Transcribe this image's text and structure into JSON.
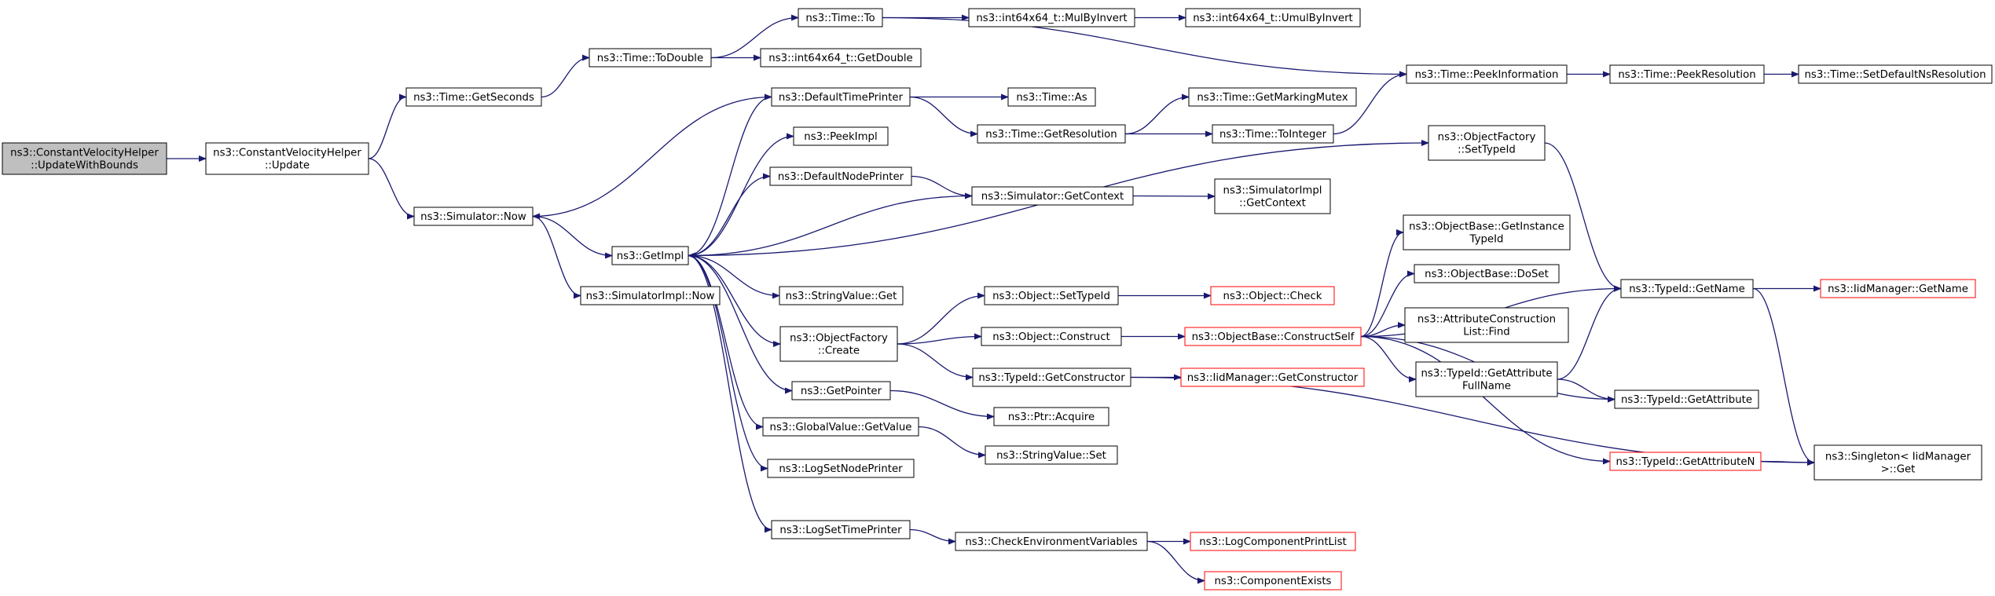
{
  "colors": {
    "edge": "#191970",
    "border": "#000000",
    "truncated_border": "#ff0000",
    "root_fill": "#bfbfbf",
    "background": "#ffffff"
  },
  "nodes": [
    {
      "id": "root",
      "lines": [
        "ns3::ConstantVelocityHelper",
        "::UpdateWithBounds"
      ],
      "style": "root"
    },
    {
      "id": "update",
      "lines": [
        "ns3::ConstantVelocityHelper",
        "::Update"
      ]
    },
    {
      "id": "getseconds",
      "lines": [
        "ns3::Time::GetSeconds"
      ]
    },
    {
      "id": "simnow",
      "lines": [
        "ns3::Simulator::Now"
      ]
    },
    {
      "id": "todouble",
      "lines": [
        "ns3::Time::ToDouble"
      ]
    },
    {
      "id": "getimpl",
      "lines": [
        "ns3::GetImpl"
      ]
    },
    {
      "id": "simimplnow",
      "lines": [
        "ns3::SimulatorImpl::Now"
      ]
    },
    {
      "id": "timeto",
      "lines": [
        "ns3::Time::To"
      ]
    },
    {
      "id": "getdouble",
      "lines": [
        "ns3::int64x64_t::GetDouble"
      ]
    },
    {
      "id": "defaulttimeprinter",
      "lines": [
        "ns3::DefaultTimePrinter"
      ]
    },
    {
      "id": "peekimpl",
      "lines": [
        "ns3::PeekImpl"
      ]
    },
    {
      "id": "defaultnodeprinter",
      "lines": [
        "ns3::DefaultNodePrinter"
      ]
    },
    {
      "id": "stringvalueget",
      "lines": [
        "ns3::StringValue::Get"
      ]
    },
    {
      "id": "objfactcreate",
      "lines": [
        "ns3::ObjectFactory",
        "::Create"
      ]
    },
    {
      "id": "getpointer",
      "lines": [
        "ns3::GetPointer"
      ]
    },
    {
      "id": "globalvalue",
      "lines": [
        "ns3::GlobalValue::GetValue"
      ]
    },
    {
      "id": "logsetnode",
      "lines": [
        "ns3::LogSetNodePrinter"
      ]
    },
    {
      "id": "logsettime",
      "lines": [
        "ns3::LogSetTimePrinter"
      ]
    },
    {
      "id": "mulbyinvert",
      "lines": [
        "ns3::int64x64_t::MulByInvert"
      ]
    },
    {
      "id": "timeas",
      "lines": [
        "ns3::Time::As"
      ]
    },
    {
      "id": "getresolution",
      "lines": [
        "ns3::Time::GetResolution"
      ]
    },
    {
      "id": "simgetcontext",
      "lines": [
        "ns3::Simulator::GetContext"
      ]
    },
    {
      "id": "objsettypeid",
      "lines": [
        "ns3::Object::SetTypeId"
      ]
    },
    {
      "id": "objconstruct",
      "lines": [
        "ns3::Object::Construct"
      ]
    },
    {
      "id": "getconstructor",
      "lines": [
        "ns3::TypeId::GetConstructor"
      ]
    },
    {
      "id": "ptracquire",
      "lines": [
        "ns3::Ptr::Acquire"
      ]
    },
    {
      "id": "svset",
      "lines": [
        "ns3::StringValue::Set"
      ]
    },
    {
      "id": "checkenv",
      "lines": [
        "ns3::CheckEnvironmentVariables"
      ]
    },
    {
      "id": "umulbyinvert",
      "lines": [
        "ns3::int64x64_t::UmulByInvert"
      ]
    },
    {
      "id": "getmarkingmutex",
      "lines": [
        "ns3::Time::GetMarkingMutex"
      ]
    },
    {
      "id": "tointeger",
      "lines": [
        "ns3::Time::ToInteger"
      ]
    },
    {
      "id": "simimplgetcontext",
      "lines": [
        "ns3::SimulatorImpl",
        "::GetContext"
      ]
    },
    {
      "id": "objcheck",
      "lines": [
        "ns3::Object::Check"
      ],
      "style": "red"
    },
    {
      "id": "constructself",
      "lines": [
        "ns3::ObjectBase::ConstructSelf"
      ],
      "style": "red"
    },
    {
      "id": "iidgetconstructor",
      "lines": [
        "ns3::IidManager::GetConstructor"
      ],
      "style": "red"
    },
    {
      "id": "logcompprint",
      "lines": [
        "ns3::LogComponentPrintList"
      ],
      "style": "red"
    },
    {
      "id": "compexists",
      "lines": [
        "ns3::ComponentExists"
      ],
      "style": "red"
    },
    {
      "id": "peekinformation",
      "lines": [
        "ns3::Time::PeekInformation"
      ]
    },
    {
      "id": "objfactsettypeid",
      "lines": [
        "ns3::ObjectFactory",
        "::SetTypeId"
      ]
    },
    {
      "id": "getinstancetypeid",
      "lines": [
        "ns3::ObjectBase::GetInstance",
        "TypeId"
      ]
    },
    {
      "id": "doset",
      "lines": [
        "ns3::ObjectBase::DoSet"
      ]
    },
    {
      "id": "attrconstfind",
      "lines": [
        "ns3::AttributeConstruction",
        "List::Find"
      ]
    },
    {
      "id": "getattrfullname",
      "lines": [
        "ns3::TypeId::GetAttribute",
        "FullName"
      ]
    },
    {
      "id": "getattributen",
      "lines": [
        "ns3::TypeId::GetAttributeN"
      ],
      "style": "red"
    },
    {
      "id": "peekresolution",
      "lines": [
        "ns3::Time::PeekResolution"
      ]
    },
    {
      "id": "typeidgetname",
      "lines": [
        "ns3::TypeId::GetName"
      ]
    },
    {
      "id": "typeidgetattribute",
      "lines": [
        "ns3::TypeId::GetAttribute"
      ]
    },
    {
      "id": "singletonget",
      "lines": [
        "ns3::Singleton< IidManager",
        " >::Get"
      ]
    },
    {
      "id": "setdefaultnsres",
      "lines": [
        "ns3::Time::SetDefaultNsResolution"
      ]
    },
    {
      "id": "iidgetname",
      "lines": [
        "ns3::IidManager::GetName"
      ],
      "style": "red"
    }
  ],
  "edges": [
    [
      "root",
      "update"
    ],
    [
      "update",
      "getseconds"
    ],
    [
      "update",
      "simnow"
    ],
    [
      "getseconds",
      "todouble"
    ],
    [
      "todouble",
      "timeto"
    ],
    [
      "todouble",
      "getdouble"
    ],
    [
      "timeto",
      "mulbyinvert"
    ],
    [
      "timeto",
      "peekinformation"
    ],
    [
      "mulbyinvert",
      "umulbyinvert"
    ],
    [
      "peekinformation",
      "peekresolution"
    ],
    [
      "peekresolution",
      "setdefaultnsres"
    ],
    [
      "simnow",
      "getimpl"
    ],
    [
      "simnow",
      "simimplnow"
    ],
    [
      "defaulttimeprinter",
      "simnow"
    ],
    [
      "defaulttimeprinter",
      "timeas"
    ],
    [
      "defaulttimeprinter",
      "getresolution"
    ],
    [
      "getresolution",
      "getmarkingmutex"
    ],
    [
      "getresolution",
      "tointeger"
    ],
    [
      "tointeger",
      "peekinformation"
    ],
    [
      "getimpl",
      "defaulttimeprinter"
    ],
    [
      "getimpl",
      "peekimpl"
    ],
    [
      "getimpl",
      "defaultnodeprinter"
    ],
    [
      "getimpl",
      "stringvalueget"
    ],
    [
      "getimpl",
      "objfactcreate"
    ],
    [
      "getimpl",
      "getpointer"
    ],
    [
      "getimpl",
      "globalvalue"
    ],
    [
      "getimpl",
      "logsetnode"
    ],
    [
      "getimpl",
      "logsettime"
    ],
    [
      "getimpl",
      "objfactsettypeid"
    ],
    [
      "defaultnodeprinter",
      "simgetcontext"
    ],
    [
      "simgetcontext",
      "getimpl"
    ],
    [
      "simgetcontext",
      "simimplgetcontext"
    ],
    [
      "objfactcreate",
      "objsettypeid"
    ],
    [
      "objfactcreate",
      "objconstruct"
    ],
    [
      "objfactcreate",
      "getconstructor"
    ],
    [
      "objsettypeid",
      "objcheck"
    ],
    [
      "objconstruct",
      "constructself"
    ],
    [
      "getconstructor",
      "iidgetconstructor"
    ],
    [
      "getconstructor",
      "singletonget"
    ],
    [
      "getpointer",
      "ptracquire"
    ],
    [
      "globalvalue",
      "svset"
    ],
    [
      "logsettime",
      "checkenv"
    ],
    [
      "checkenv",
      "logcompprint"
    ],
    [
      "checkenv",
      "compexists"
    ],
    [
      "objfactsettypeid",
      "typeidgetname"
    ],
    [
      "constructself",
      "typeidgetname"
    ],
    [
      "constructself",
      "getinstancetypeid"
    ],
    [
      "constructself",
      "doset"
    ],
    [
      "constructself",
      "attrconstfind"
    ],
    [
      "constructself",
      "getattrfullname"
    ],
    [
      "constructself",
      "typeidgetattribute"
    ],
    [
      "constructself",
      "getattributen"
    ],
    [
      "getattrfullname",
      "typeidgetname"
    ],
    [
      "getattrfullname",
      "typeidgetattribute"
    ],
    [
      "getattributen",
      "singletonget"
    ],
    [
      "typeidgetname",
      "iidgetname"
    ],
    [
      "typeidgetname",
      "singletonget"
    ]
  ]
}
